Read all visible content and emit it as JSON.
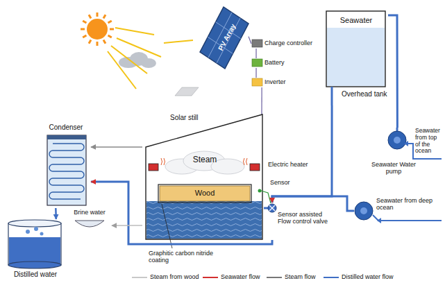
{
  "diagram": {
    "nodes": [
      {
        "text": [
          "PV Array"
        ]
      },
      {
        "text": [
          "Charge controller"
        ]
      },
      {
        "text": [
          "Battery"
        ]
      },
      {
        "text": [
          "Inverter"
        ]
      },
      {
        "text": [
          "Seawater",
          "Overhead tank"
        ]
      },
      {
        "text": [
          "Solar still",
          "Steam"
        ]
      },
      {
        "text": [
          "Wood"
        ],
        "in": 5
      },
      {
        "text": [
          "Condenser"
        ]
      },
      {
        "text": [
          "Distilled water"
        ]
      },
      {
        "text": [
          "Brine water"
        ]
      },
      {
        "text": [
          "Seawater Water pump",
          "Seawater from top of the ocean"
        ]
      },
      {
        "text": [
          "Seawater from deep ocean"
        ]
      },
      {
        "text": [
          "Sensor assisted Flow control valve"
        ]
      }
    ],
    "edges": [
      {
        "from": 0,
        "to": 1,
        "arrow": "none"
      },
      {
        "from": 1,
        "to": 2,
        "arrow": "none"
      },
      {
        "from": 2,
        "to": 3,
        "arrow": "none"
      },
      {
        "from": 3,
        "to": 5,
        "arrow": "none"
      },
      {
        "from": 10,
        "to": 4,
        "arrow": "none"
      },
      {
        "from": 4,
        "to": 12,
        "arrow": "to"
      },
      {
        "from": 11,
        "to": 12,
        "arrow": "to"
      },
      {
        "from": 12,
        "to": 5,
        "arrow": "none"
      },
      {
        "from": 5,
        "to": 7,
        "arrow": "to"
      },
      {
        "from": 12,
        "to": 7,
        "arrow": "to"
      },
      {
        "from": 7,
        "to": 8,
        "arrow": "to"
      },
      {
        "from": 5,
        "to": 9,
        "arrow": "to"
      }
    ],
    "labels": [
      "Electric heater",
      "Sensor",
      "Graphitic carbon nitride coating"
    ],
    "legend": [
      {
        "text": "Steam from wood"
      },
      {
        "text": "Seawater flow"
      },
      {
        "text": "Steam flow"
      },
      {
        "text": "Distilled water flow"
      }
    ]
  }
}
